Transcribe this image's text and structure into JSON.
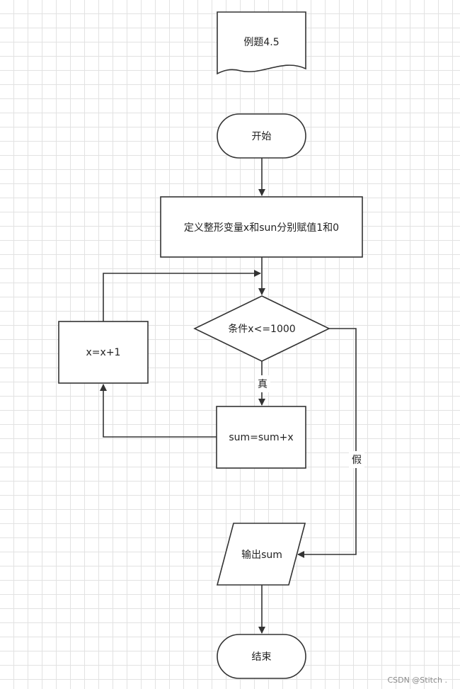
{
  "diagram": {
    "title_doc": "例题4.5",
    "start": "开始",
    "init": "定义整形变量x和sun分别赋值1和0",
    "condition": "条件x<=1000",
    "true_label": "真",
    "false_label": "假",
    "body": "sum=sum+x",
    "increment": "x=x+1",
    "output": "输出sum",
    "end": "结束"
  },
  "watermark": "CSDN @Stitch ."
}
